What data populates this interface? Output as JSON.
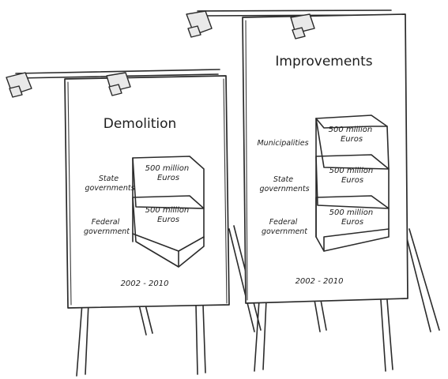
{
  "boards": [
    {
      "title": "Demolition",
      "years": "2002 - 2010",
      "rows": [
        {
          "label": [
            "State",
            "governments"
          ],
          "block": [
            "500 million",
            "Euros"
          ]
        },
        {
          "label": [
            "Federal",
            "government"
          ],
          "block": [
            "500 million",
            "Euros"
          ]
        }
      ]
    },
    {
      "title": "Improvements",
      "years": "2002 - 2010",
      "rows": [
        {
          "label": [
            "Municipalities"
          ],
          "block": [
            "500 million",
            "Euros"
          ]
        },
        {
          "label": [
            "State",
            "governments"
          ],
          "block": [
            "500 million",
            "Euros"
          ]
        },
        {
          "label": [
            "Federal",
            "government"
          ],
          "block": [
            "500 million",
            "Euros"
          ]
        }
      ]
    }
  ]
}
